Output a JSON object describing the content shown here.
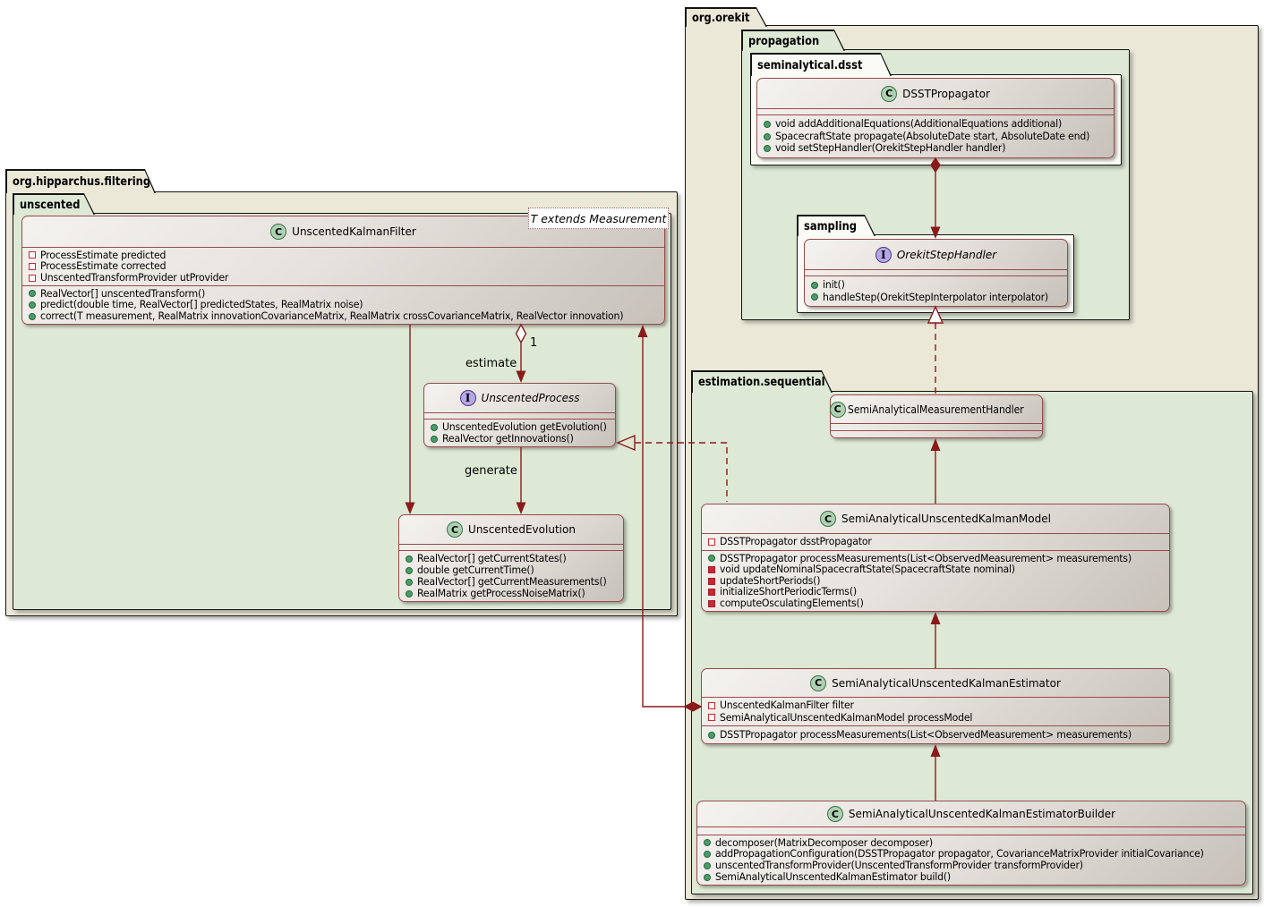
{
  "diagram": {
    "packages": {
      "filtering": {
        "label": "org.hipparchus.filtering"
      },
      "unscented": {
        "label": "unscented"
      },
      "orekit": {
        "label": "org.orekit"
      },
      "propagation": {
        "label": "propagation"
      },
      "dsst": {
        "label": "seminalytical.dsst"
      },
      "sampling": {
        "label": "sampling"
      },
      "estimation": {
        "label": "estimation.sequential"
      }
    },
    "classes": {
      "ukf": {
        "kind": "class",
        "badge": "C",
        "name": "UnscentedKalmanFilter",
        "generic": "T extends Measurement",
        "fields": [
          {
            "icon": "private-field",
            "text": "ProcessEstimate predicted"
          },
          {
            "icon": "private-field",
            "text": "ProcessEstimate corrected"
          },
          {
            "icon": "private-field",
            "text": "UnscentedTransformProvider utProvider"
          }
        ],
        "methods": [
          {
            "icon": "public-method",
            "text": "RealVector[] unscentedTransform()"
          },
          {
            "icon": "public-method",
            "text": "predict(double time, RealVector[] predictedStates, RealMatrix noise)"
          },
          {
            "icon": "public-method",
            "text": "correct(T measurement, RealMatrix innovationCovarianceMatrix, RealMatrix crossCovarianceMatrix, RealVector innovation)"
          }
        ]
      },
      "process": {
        "kind": "interface",
        "badge": "I",
        "name": "UnscentedProcess",
        "methods": [
          {
            "icon": "public-method",
            "text": "UnscentedEvolution getEvolution()"
          },
          {
            "icon": "public-method",
            "text": "RealVector getInnovations()"
          }
        ]
      },
      "evolution": {
        "kind": "class",
        "badge": "C",
        "name": "UnscentedEvolution",
        "methods": [
          {
            "icon": "public-method",
            "text": "RealVector[] getCurrentStates()"
          },
          {
            "icon": "public-method",
            "text": "double getCurrentTime()"
          },
          {
            "icon": "public-method",
            "text": "RealVector[] getCurrentMeasurements()"
          },
          {
            "icon": "public-method",
            "text": "RealMatrix getProcessNoiseMatrix()"
          }
        ]
      },
      "dsstPropagator": {
        "kind": "class",
        "badge": "C",
        "name": "DSSTPropagator",
        "methods": [
          {
            "icon": "public-method",
            "text": "void addAdditionalEquations(AdditionalEquations additional)"
          },
          {
            "icon": "public-method",
            "text": "SpacecraftState propagate(AbsoluteDate start, AbsoluteDate end)"
          },
          {
            "icon": "public-method",
            "text": "void setStepHandler(OrekitStepHandler handler)"
          }
        ]
      },
      "stepHandler": {
        "kind": "interface",
        "badge": "I",
        "name": "OrekitStepHandler",
        "methods": [
          {
            "icon": "public-method",
            "text": "init()"
          },
          {
            "icon": "public-method",
            "text": "handleStep(OrekitStepInterpolator interpolator)"
          }
        ]
      },
      "measurementHandler": {
        "kind": "class",
        "badge": "C",
        "name": "SemiAnalyticalMeasurementHandler",
        "fields": [],
        "methods": []
      },
      "model": {
        "kind": "class",
        "badge": "C",
        "name": "SemiAnalyticalUnscentedKalmanModel",
        "fields": [
          {
            "icon": "private-field",
            "text": "DSSTPropagator dsstPropagator"
          }
        ],
        "methods": [
          {
            "icon": "public-method",
            "text": "DSSTPropagator processMeasurements(List<ObservedMeasurement> measurements)"
          },
          {
            "icon": "private-method",
            "text": "void updateNominalSpacecraftState(SpacecraftState nominal)"
          },
          {
            "icon": "private-method",
            "text": "updateShortPeriods()"
          },
          {
            "icon": "private-method",
            "text": "initializeShortPeriodicTerms()"
          },
          {
            "icon": "private-method",
            "text": "computeOsculatingElements()"
          }
        ]
      },
      "estimator": {
        "kind": "class",
        "badge": "C",
        "name": "SemiAnalyticalUnscentedKalmanEstimator",
        "fields": [
          {
            "icon": "private-field",
            "text": "UnscentedKalmanFilter filter"
          },
          {
            "icon": "private-field",
            "text": "SemiAnalyticalUnscentedKalmanModel processModel"
          }
        ],
        "methods": [
          {
            "icon": "public-method",
            "text": "DSSTPropagator processMeasurements(List<ObservedMeasurement> measurements)"
          }
        ]
      },
      "builder": {
        "kind": "class",
        "badge": "C",
        "name": "SemiAnalyticalUnscentedKalmanEstimatorBuilder",
        "methods": [
          {
            "icon": "public-method",
            "text": "decomposer(MatrixDecomposer decomposer)"
          },
          {
            "icon": "public-method",
            "text": "addPropagationConfiguration(DSSTPropagator propagator, CovarianceMatrixProvider initialCovariance)"
          },
          {
            "icon": "public-method",
            "text": "unscentedTransformProvider(UnscentedTransformProvider transformProvider)"
          },
          {
            "icon": "public-method",
            "text": "SemiAnalyticalUnscentedKalmanEstimator build()"
          }
        ]
      }
    },
    "relations": [
      {
        "from": "UnscentedKalmanFilter",
        "to": "UnscentedProcess",
        "type": "aggregation",
        "label": "estimate",
        "multiplicity": "1"
      },
      {
        "from": "UnscentedKalmanFilter",
        "to": "UnscentedEvolution",
        "type": "association"
      },
      {
        "from": "UnscentedProcess",
        "to": "UnscentedEvolution",
        "type": "association",
        "label": "generate"
      },
      {
        "from": "SemiAnalyticalUnscentedKalmanModel",
        "to": "UnscentedProcess",
        "type": "realization"
      },
      {
        "from": "SemiAnalyticalUnscentedKalmanEstimator",
        "to": "UnscentedKalmanFilter",
        "type": "composition"
      },
      {
        "from": "DSSTPropagator",
        "to": "OrekitStepHandler",
        "type": "composition"
      },
      {
        "from": "SemiAnalyticalMeasurementHandler",
        "to": "OrekitStepHandler",
        "type": "realization"
      },
      {
        "from": "SemiAnalyticalUnscentedKalmanModel",
        "to": "SemiAnalyticalMeasurementHandler",
        "type": "association"
      },
      {
        "from": "SemiAnalyticalUnscentedKalmanEstimator",
        "to": "SemiAnalyticalUnscentedKalmanModel",
        "type": "association"
      },
      {
        "from": "SemiAnalyticalUnscentedKalmanEstimatorBuilder",
        "to": "SemiAnalyticalUnscentedKalmanEstimator",
        "type": "association"
      }
    ],
    "colors": {
      "relation_line": "#8b1a1a",
      "class_border": "#974b4b",
      "package_outer_bg": "#ece8d8",
      "package_inner_bg": "#dde9d5",
      "package_leaf_bg": "#fbfbf6",
      "class_badge_bg": "#add1b2",
      "interface_badge_bg": "#b4a7e5",
      "public_method_icon": "#4e9b66",
      "private_icon": "#c82930"
    }
  }
}
